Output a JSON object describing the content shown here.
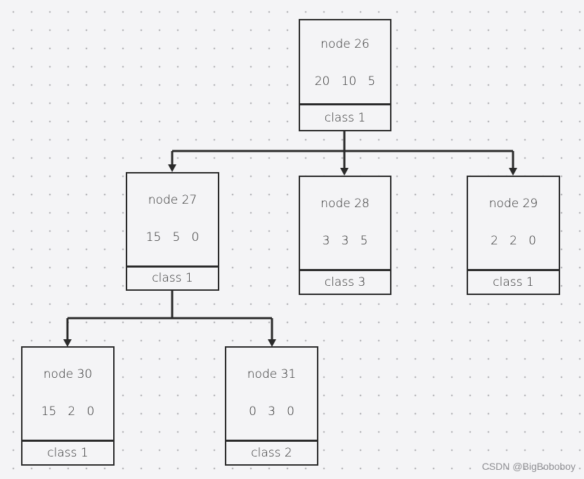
{
  "nodes": [
    {
      "name": "node 26",
      "values": "20   10   5",
      "class": "class 1"
    },
    {
      "name": "node 27",
      "values": "15   5   0",
      "class": "class 1"
    },
    {
      "name": "node 28",
      "values": "3   3   5",
      "class": "class 3"
    },
    {
      "name": "node 29",
      "values": "2   2   0",
      "class": "class 1"
    },
    {
      "name": "node 30",
      "values": "15   2   0",
      "class": "class 1"
    },
    {
      "name": "node 31",
      "values": "0   3   0",
      "class": "class 2"
    }
  ],
  "watermark": "CSDN @BigBoboboy",
  "colors": {
    "line": "#2a2a2a",
    "background": "#f4f4f6"
  }
}
